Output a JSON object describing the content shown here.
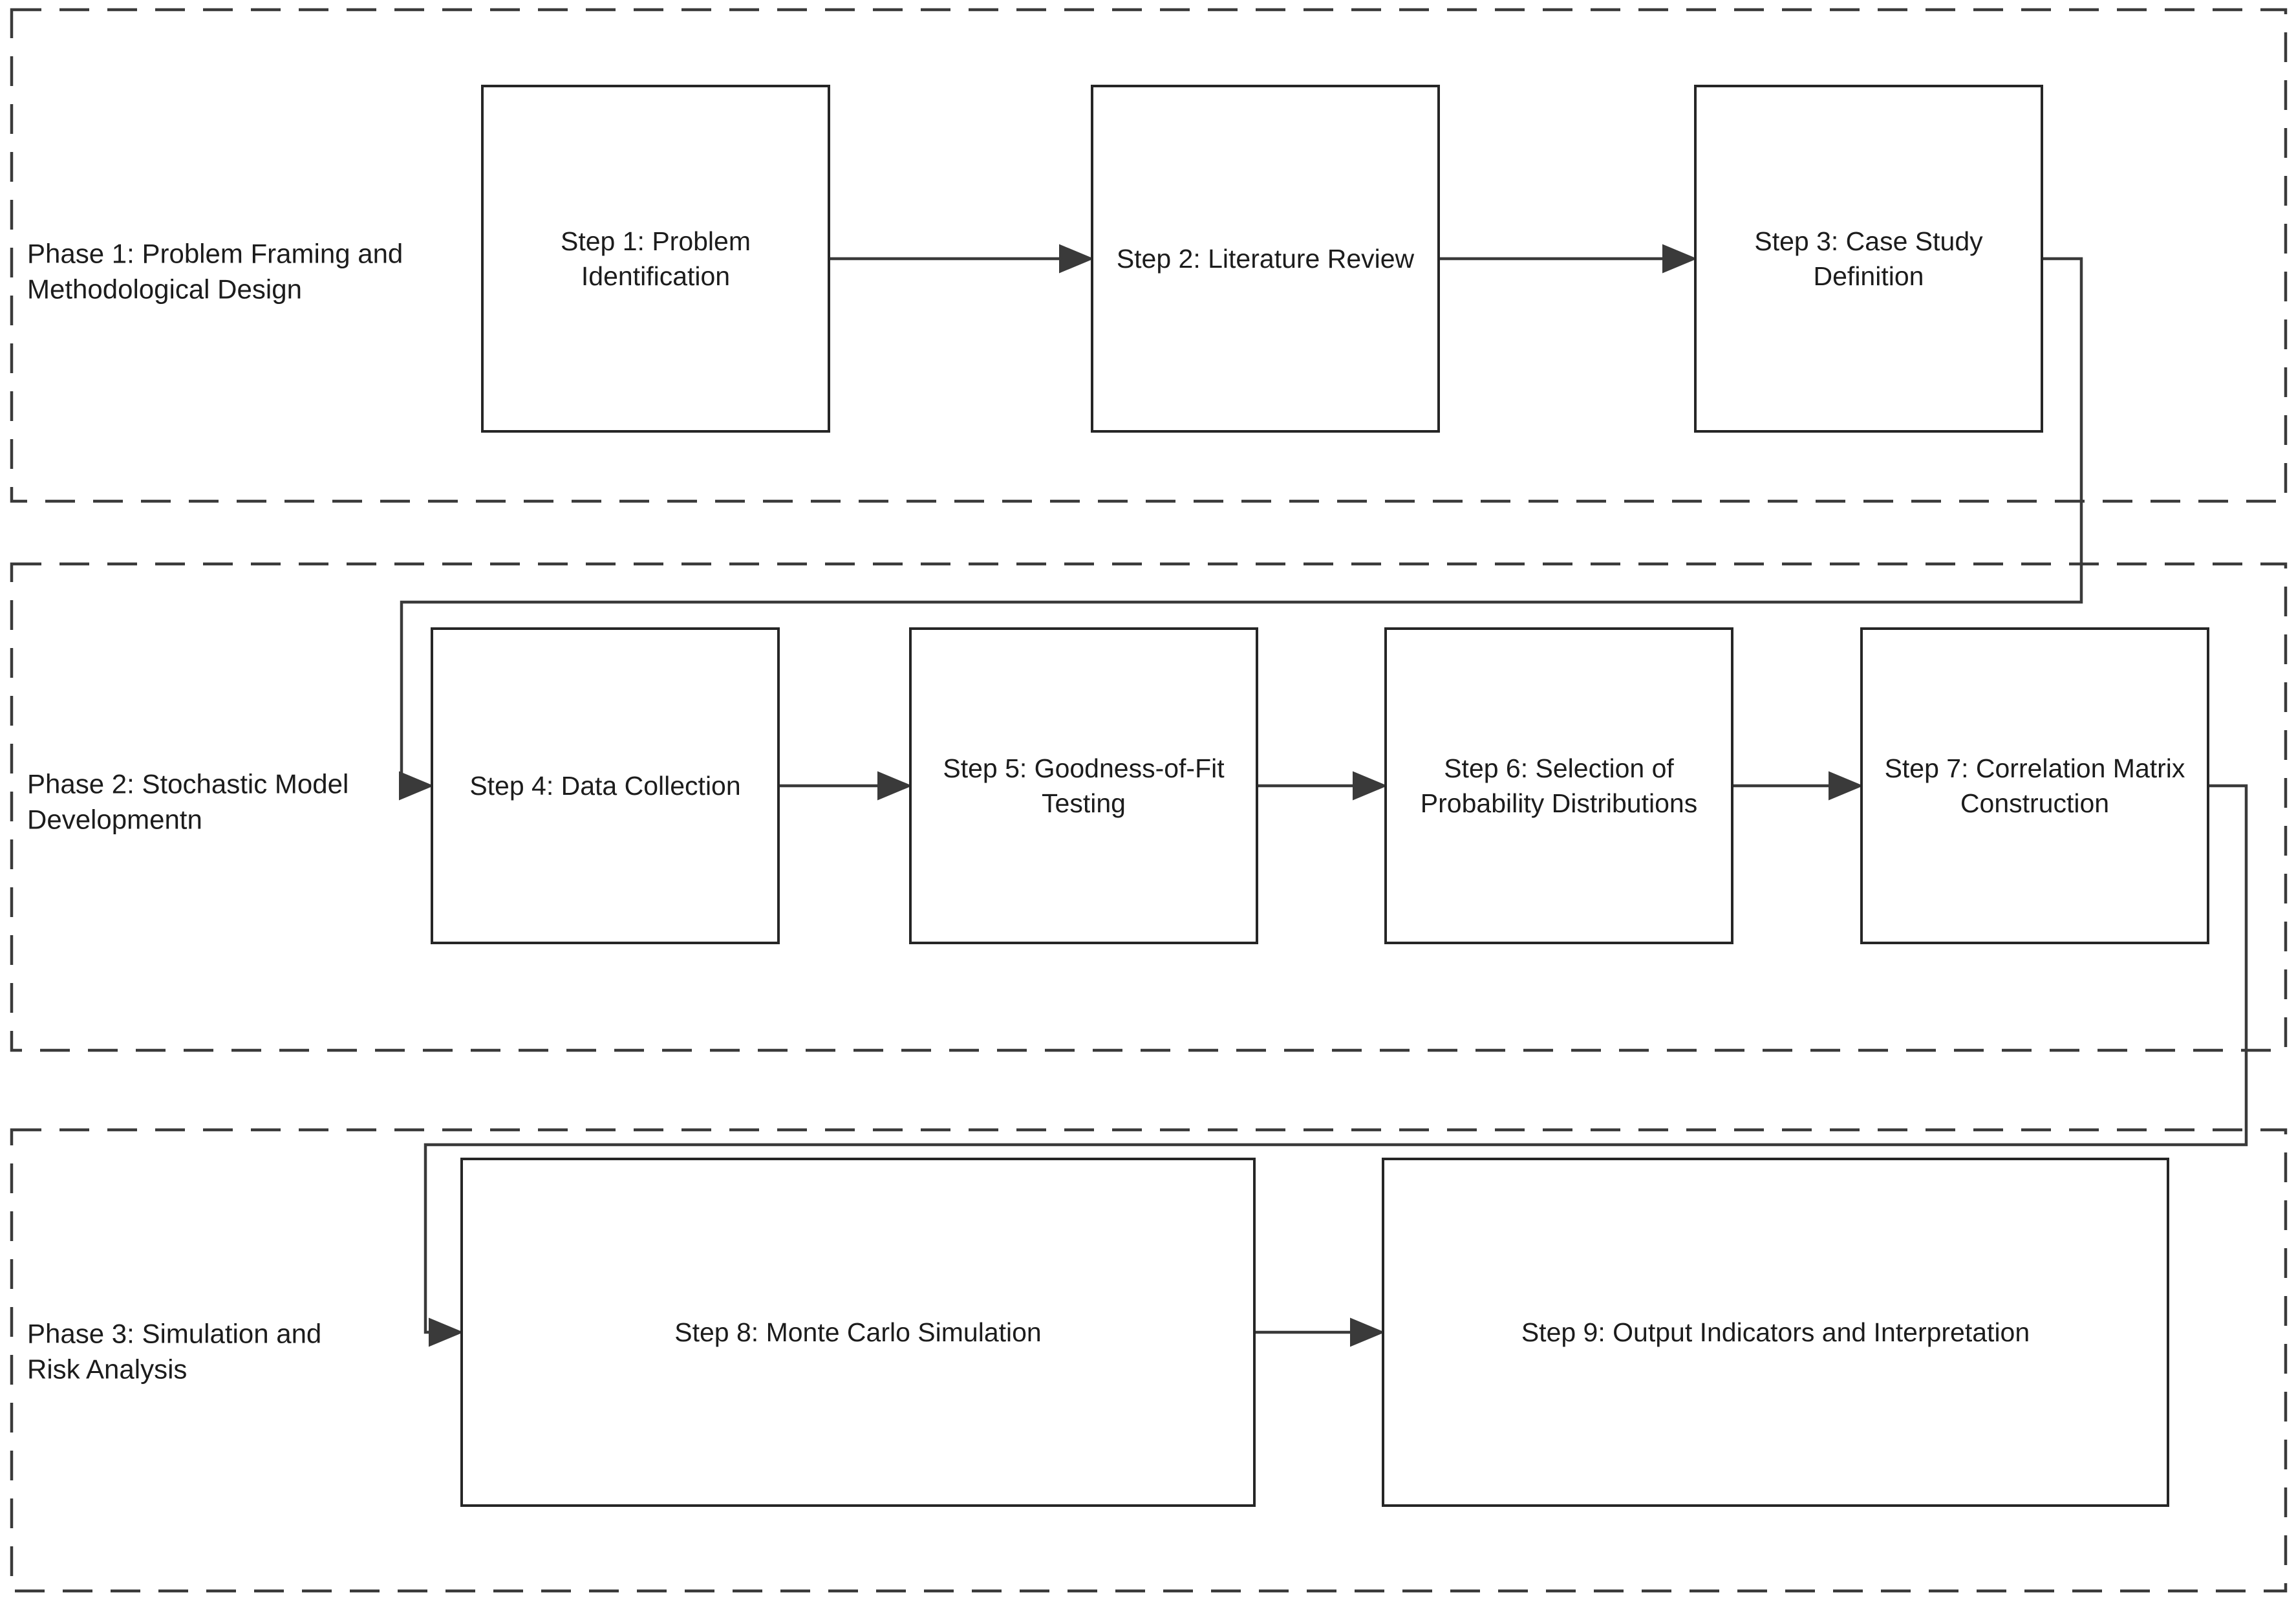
{
  "colors": {
    "line": "#3a3a3a",
    "border": "#262626",
    "text": "#1c1c1c",
    "background": "#ffffff"
  },
  "phases": [
    {
      "label": "Phase 1: Problem Framing and\nMethodological Design"
    },
    {
      "label": "Phase 2: Stochastic Model\nDevelopmentn"
    },
    {
      "label": "Phase 3: Simulation and\n Risk Analysis"
    }
  ],
  "steps": [
    {
      "label": "Step 1: Problem\nIdentification"
    },
    {
      "label": "Step 2: Literature Review"
    },
    {
      "label": "Step 3: Case Study\nDefinition"
    },
    {
      "label": "Step 4: Data Collection"
    },
    {
      "label": "Step 5: Goodness-of-Fit\nTesting"
    },
    {
      "label": "Step 6: Selection of\nProbability Distributions"
    },
    {
      "label": "Step 7: Correlation Matrix\nConstruction"
    },
    {
      "label": "Step 8: Monte Carlo Simulation"
    },
    {
      "label": "Step 9: Output Indicators and Interpretation"
    }
  ]
}
